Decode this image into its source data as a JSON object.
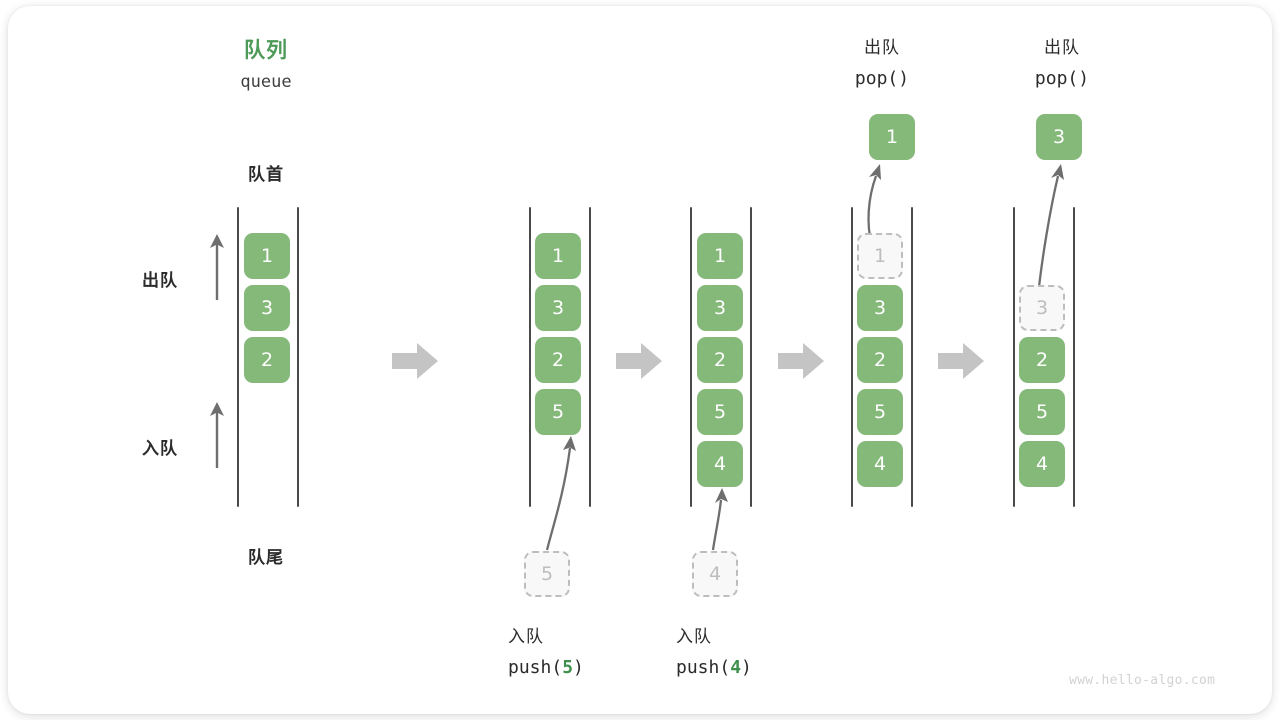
{
  "figure": {
    "title_cn": "队列",
    "title_en": "queue",
    "front_label": "队首",
    "rear_label": "队尾",
    "dequeue_side_label": "出队",
    "enqueue_side_label": "入队",
    "watermark": "www.hello-algo.com",
    "colors": {
      "accent_green": "#85b97a",
      "title_green": "#4e9a58",
      "code_arg_green": "#3f8f4e",
      "ghost_gray": "#bdbdbd",
      "rail_gray": "#4a4a4a",
      "flow_arrow_gray": "#c4c4c4",
      "watermark_gray": "#d2d2d2"
    }
  },
  "steps": [
    {
      "id": "initial",
      "cells": [
        {
          "value": "1",
          "state": "filled"
        },
        {
          "value": "3",
          "state": "filled"
        },
        {
          "value": "2",
          "state": "filled"
        }
      ]
    },
    {
      "id": "after-push-5",
      "cells": [
        {
          "value": "1",
          "state": "filled"
        },
        {
          "value": "3",
          "state": "filled"
        },
        {
          "value": "2",
          "state": "filled"
        },
        {
          "value": "5",
          "state": "filled"
        }
      ],
      "incoming": {
        "value": "5",
        "state": "ghost"
      },
      "caption_cn": "入队",
      "caption_code_prefix": "push(",
      "caption_code_arg": "5",
      "caption_code_suffix": ")"
    },
    {
      "id": "after-push-4",
      "cells": [
        {
          "value": "1",
          "state": "filled"
        },
        {
          "value": "3",
          "state": "filled"
        },
        {
          "value": "2",
          "state": "filled"
        },
        {
          "value": "5",
          "state": "filled"
        },
        {
          "value": "4",
          "state": "filled"
        }
      ],
      "incoming": {
        "value": "4",
        "state": "ghost"
      },
      "caption_cn": "入队",
      "caption_code_prefix": "push(",
      "caption_code_arg": "4",
      "caption_code_suffix": ")"
    },
    {
      "id": "after-pop-1",
      "cells": [
        {
          "value": "1",
          "state": "ghost"
        },
        {
          "value": "3",
          "state": "filled"
        },
        {
          "value": "2",
          "state": "filled"
        },
        {
          "value": "5",
          "state": "filled"
        },
        {
          "value": "4",
          "state": "filled"
        }
      ],
      "outgoing": {
        "value": "1",
        "state": "filled"
      },
      "header_cn": "出队",
      "header_code": "pop()"
    },
    {
      "id": "after-pop-3",
      "cells": [
        {
          "value": "3",
          "state": "ghost"
        },
        {
          "value": "2",
          "state": "filled"
        },
        {
          "value": "5",
          "state": "filled"
        },
        {
          "value": "4",
          "state": "filled"
        }
      ],
      "outgoing": {
        "value": "3",
        "state": "filled"
      },
      "header_cn": "出队",
      "header_code": "pop()"
    }
  ]
}
